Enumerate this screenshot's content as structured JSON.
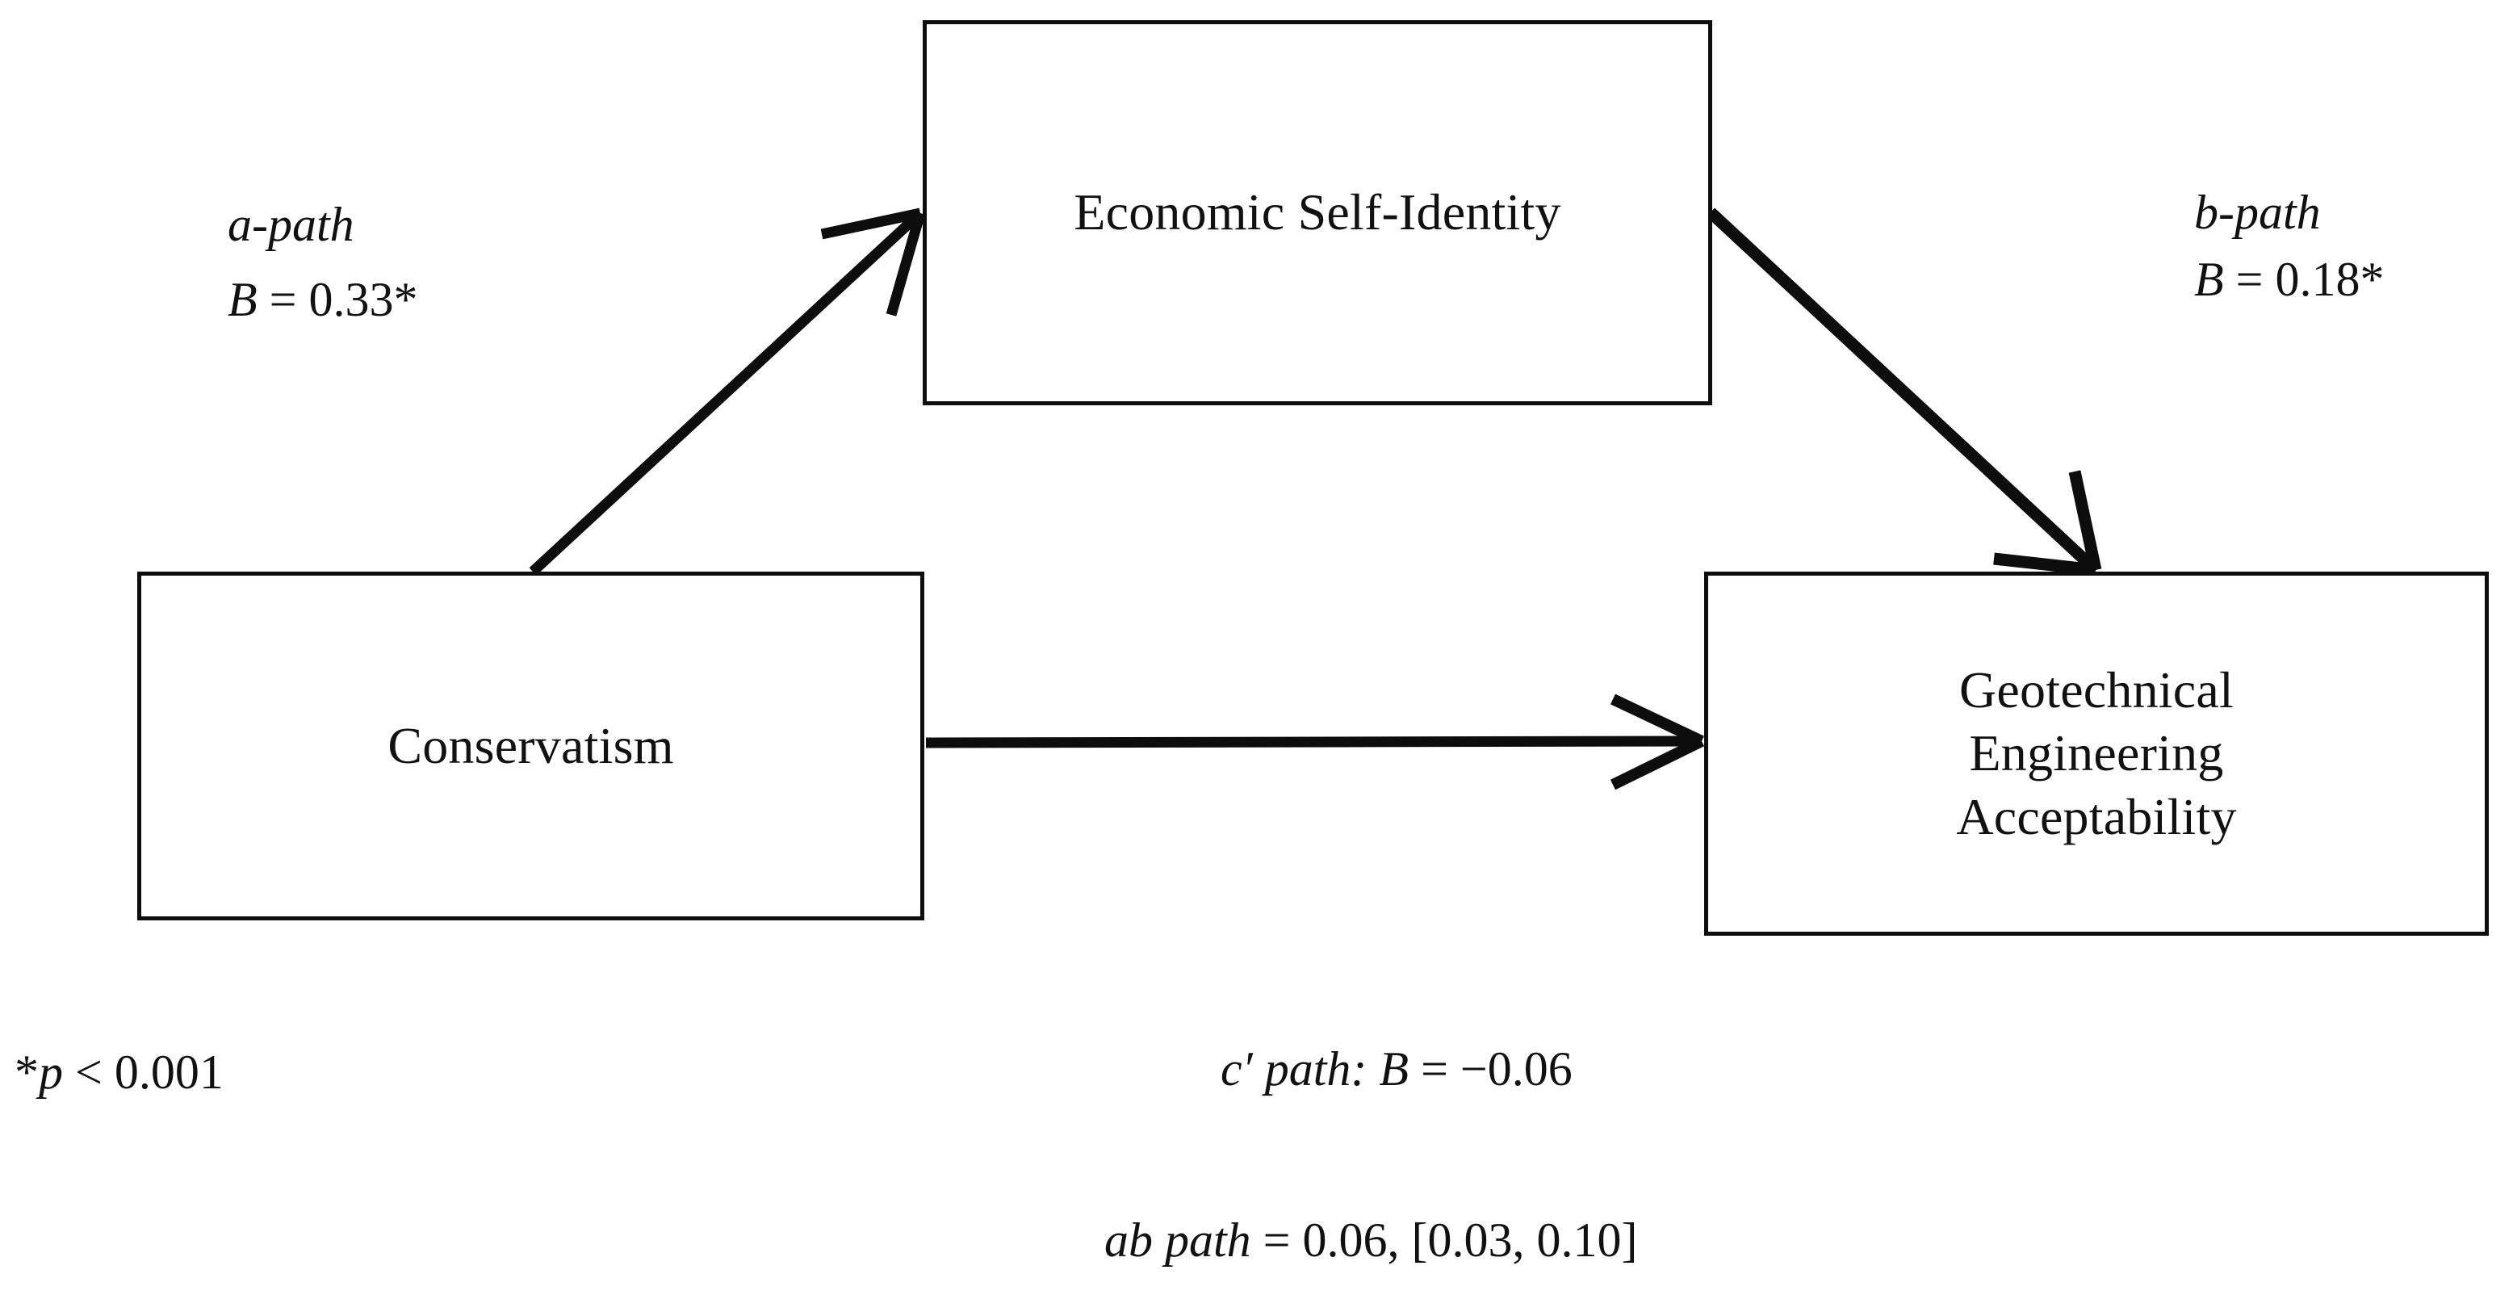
{
  "diagram": {
    "type": "mediation-path-diagram",
    "nodes": [
      {
        "id": "mediator",
        "label": "Economic Self-Identity"
      },
      {
        "id": "predictor",
        "label": "Conservatism"
      },
      {
        "id": "outcome",
        "label": "Geotechnical\nEngineering\nAcceptability"
      }
    ],
    "paths": [
      {
        "id": "a-path",
        "name": "a-path",
        "from": "predictor",
        "to": "mediator",
        "coefficient_label": "B",
        "equals": "=",
        "coefficient": "0.33",
        "significance_marker": "*",
        "coefficient_text": "B = 0.33*"
      },
      {
        "id": "b-path",
        "name": "b-path",
        "from": "mediator",
        "to": "outcome",
        "coefficient_label": "B",
        "equals": "=",
        "coefficient": "0.18",
        "significance_marker": "*",
        "coefficient_text": "B = 0.18*"
      },
      {
        "id": "c-prime-path",
        "name": "c′ path",
        "from": "predictor",
        "to": "outcome",
        "coefficient_label": "B",
        "equals": "=",
        "coefficient": "−0.06",
        "significance_marker": "",
        "coefficient_text": "c′ path: B = −0.06"
      }
    ],
    "notes": {
      "significance_italic": "p",
      "significance_prefix": "*",
      "significance_rest": " < 0.001",
      "significance_full": "*p < 0.001",
      "cprime_italic": "c′ path: B",
      "cprime_rest": " = −0.06",
      "ab_italic": "ab path",
      "ab_rest": " = 0.06, [0.03, 0.10]",
      "ab_full": "ab path = 0.06, [0.03, 0.10]",
      "ab_effect": "0.06",
      "ab_ci_lower": "0.03",
      "ab_ci_upper": "0.10"
    },
    "labels": {
      "a_path_name": "a-path",
      "a_path_value": "B = 0.33*",
      "a_path_value_italic": "B",
      "a_path_value_rest": " = 0.33*",
      "b_path_name": "b-path",
      "b_path_value": "B = 0.18*",
      "b_path_value_italic": "B",
      "b_path_value_rest": " = 0.18*"
    },
    "style": {
      "stroke": "#0d0d0d",
      "background": "#ffffff",
      "text_color": "#111111"
    }
  }
}
